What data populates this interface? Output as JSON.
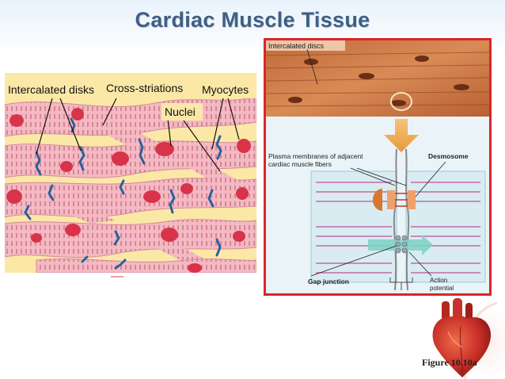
{
  "slide": {
    "title": "Cardiac Muscle Tissue",
    "figure_caption": "Figure 10.10a"
  },
  "left_diagram": {
    "labels": {
      "intercalated_disks": "Intercalated disks",
      "cross_striations": "Cross-striations",
      "myocytes": "Myocytes",
      "nuclei": "Nuclei"
    }
  },
  "right_diagram": {
    "micrograph_label": "Intercalated discs",
    "labels": {
      "plasma_membranes_line1": "Plasma membranes of adjacent",
      "plasma_membranes_line2": "cardiac muscle fibers",
      "desmosome": "Desmosome",
      "gap_junction": "Gap junction",
      "action_potential_line1": "Action",
      "action_potential_line2": "potential"
    }
  },
  "colors": {
    "title": "#3f5f83",
    "border": "#d9262b",
    "background_yellow": "#fbe8a6",
    "cell_pink": "#f3b7c1",
    "nucleus_red": "#d9334a",
    "disc_blue": "#2b5f9e"
  }
}
